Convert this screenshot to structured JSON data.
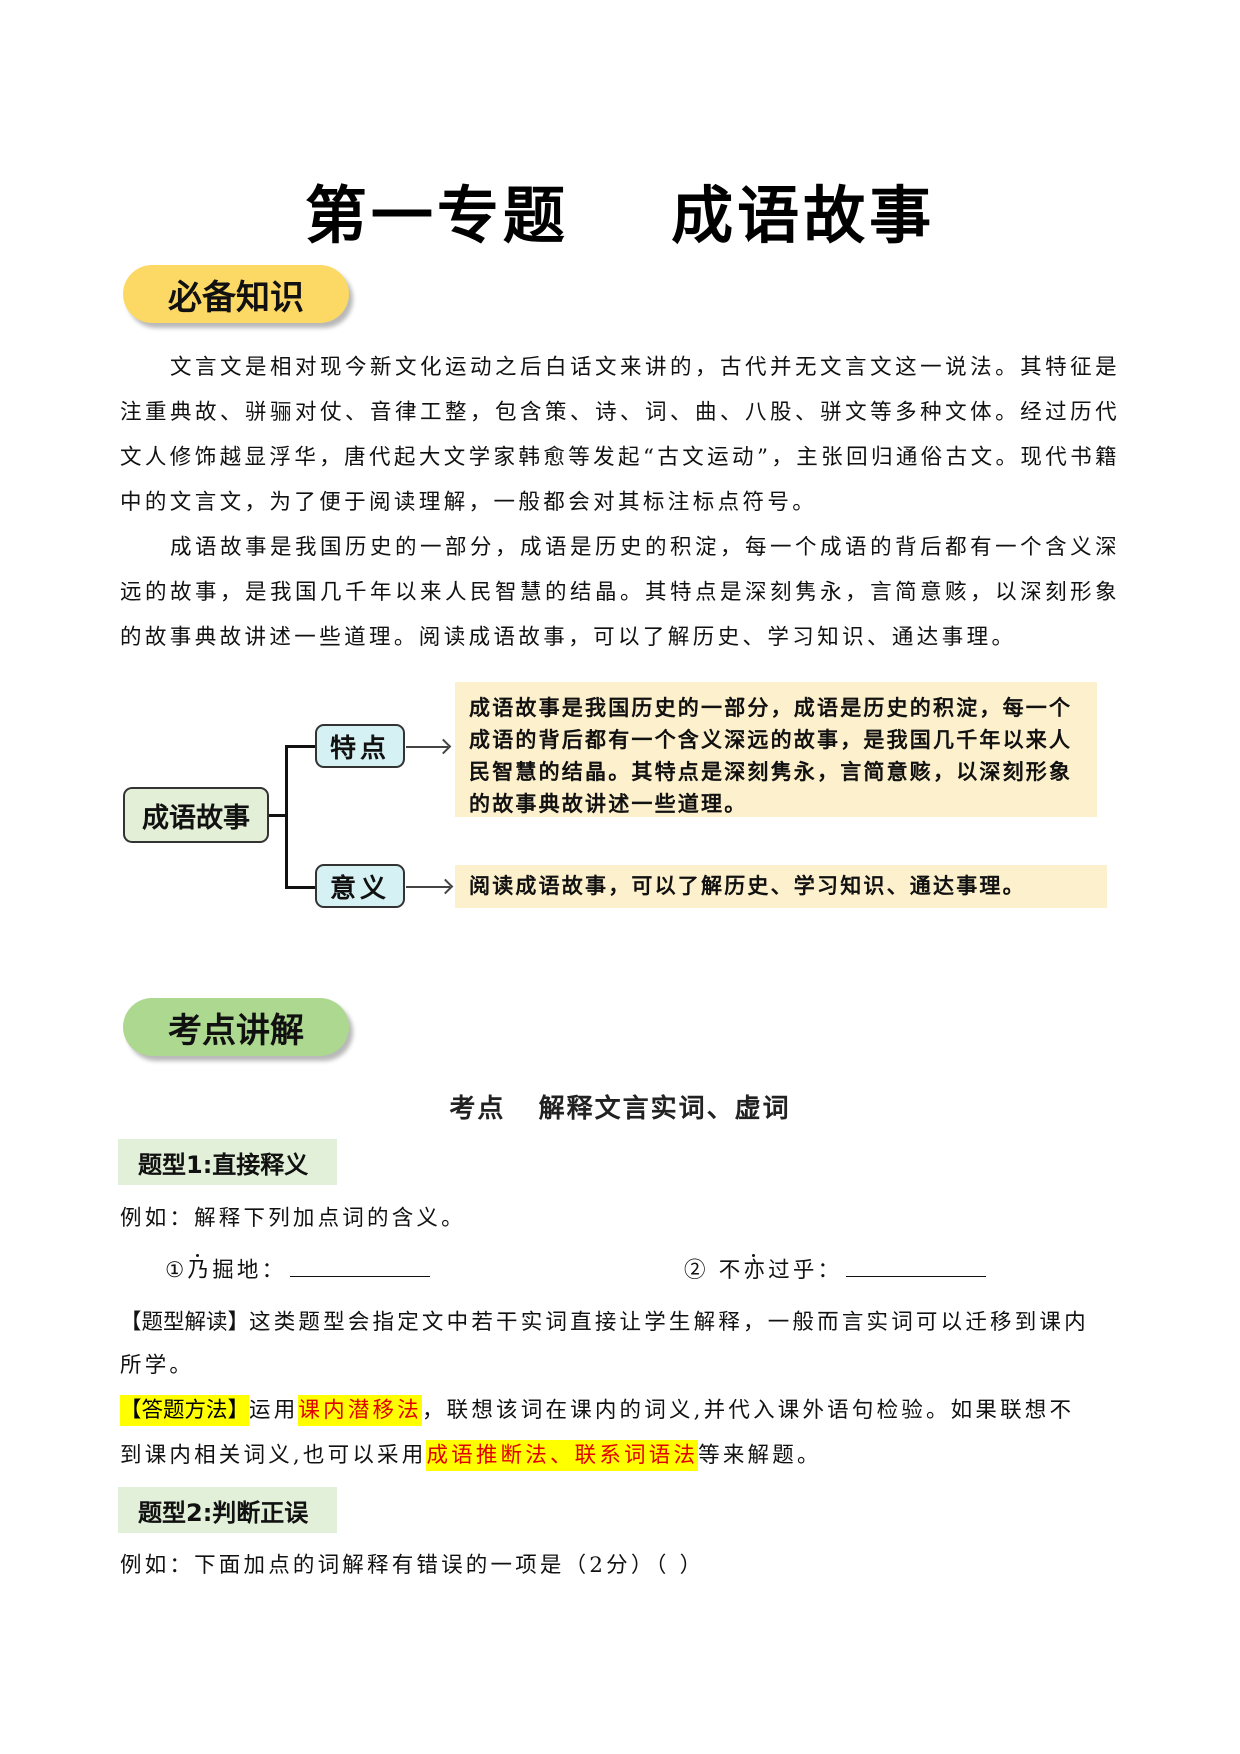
{
  "page": {
    "title": "第一专题    成语故事"
  },
  "section1": {
    "pill_label": "必备知识",
    "paragraphs": [
      "文言文是相对现今新文化运动之后白话文来讲的，古代并无文言文这一说法。其特征是注重典故、骈骊对仗、音律工整，包含策、诗、词、曲、八股、骈文等多种文体。经过历代文人修饰越显浮华，唐代起大文学家韩愈等发起“古文运动”，主张回归通俗古文。现代书籍中的文言文，为了便于阅读理解，一般都会对其标注标点符号。",
      "成语故事是我国历史的一部分，成语是历史的积淀，每一个成语的背后都有一个含义深远的故事，是我国几千年以来人民智慧的结晶。其特点是深刻隽永，言简意赅，以深刻形象的故事典故讲述一些道理。阅读成语故事，可以了解历史、学习知识、通达事理。"
    ],
    "diagram": {
      "root": "成语故事",
      "branches": [
        {
          "label": "特点",
          "note": "成语故事是我国历史的一部分，成语是历史的积淀，每一个成语的背后都有一个含义深远的故事，是我国几千年以来人民智慧的结晶。其特点是深刻隽永，言简意赅，以深刻形象的故事典故讲述一些道理。"
        },
        {
          "label": "意义",
          "note": "阅读成语故事，可以了解历史、学习知识、通达事理。"
        }
      ]
    }
  },
  "section2": {
    "pill_label": "考点讲解",
    "subheading": "考点   解释文言实词、虚词",
    "type1": {
      "label": "题型1:直接释义",
      "example": "例如：解释下列加点词的含义。",
      "items": [
        {
          "num": "①",
          "pre": "",
          "dotted": "乃",
          "post": "掘地："
        },
        {
          "num": "②",
          "pre": " 不",
          "dotted": "亦",
          "post": "过乎："
        }
      ],
      "interpretation_label": "【题型解读】",
      "interpretation_text_1": "这类题型会指定文中若干实词直接让学生解释，一般而言实词可以迁移到课内",
      "interpretation_text_2": "所学。",
      "method_label": "【答题方法】",
      "method_pre": "运用",
      "method_hl1": "课内潜移法",
      "method_mid": "，联想该词在课内的词义,并代入课外语句检验。如果联想不",
      "method_line2_pre": "到课内相关词义,也可以采用",
      "method_hl2": "成语推断法、联系词语法",
      "method_post": "等来解题。"
    },
    "type2": {
      "label": "题型2:判断正误",
      "example": "例如：下面加点的词解释有错误的一项是（2分）（   ）"
    }
  },
  "colors": {
    "pill_yellow": "#fcd865",
    "pill_green": "#add88f",
    "root_node": "#e3efd6",
    "child_node": "#d6f1f4",
    "note_bg": "#fdf0cc",
    "type_box": "#e2f0d9",
    "highlight": "#ffff00",
    "highlight_text": "#e00000"
  }
}
